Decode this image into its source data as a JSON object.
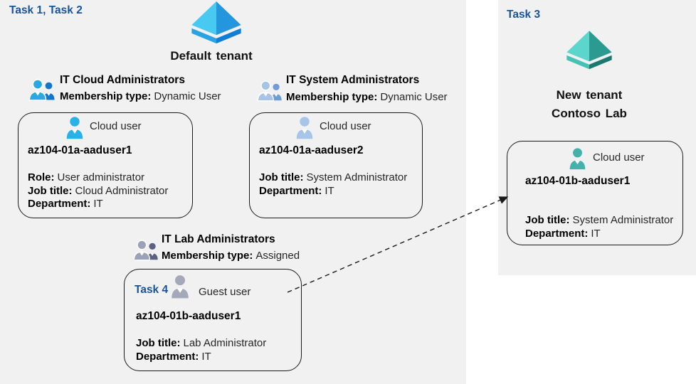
{
  "diagram": {
    "left_panel": {
      "task_label": "Task 1, Task 2",
      "tenant_title": "Default tenant",
      "groups": [
        {
          "title": "IT Cloud Administrators",
          "membership_label": "Membership type:",
          "membership_value": "Dynamic User"
        },
        {
          "title": "IT System Administrators",
          "membership_label": "Membership type:",
          "membership_value": "Dynamic User"
        },
        {
          "title": "IT Lab Administrators",
          "membership_label": "Membership type:",
          "membership_value": "Assigned"
        }
      ],
      "users": [
        {
          "type_label": "Cloud user",
          "name": "az104-01a-aaduser1",
          "attrs": [
            {
              "label": "Role:",
              "value": "User administrator"
            },
            {
              "label": "Job title:",
              "value": "Cloud Administrator"
            },
            {
              "label": "Department:",
              "value": "IT"
            }
          ]
        },
        {
          "type_label": "Cloud user",
          "name": "az104-01a-aaduser2",
          "attrs": [
            {
              "label": "Job title:",
              "value": "System Administrator"
            },
            {
              "label": "Department:",
              "value": "IT"
            }
          ]
        },
        {
          "task_label": "Task 4",
          "type_label": "Guest user",
          "name": "az104-01b-aaduser1",
          "attrs": [
            {
              "label": "Job title:",
              "value": "Lab Administrator"
            },
            {
              "label": "Department:",
              "value": "IT"
            }
          ]
        }
      ]
    },
    "right_panel": {
      "task_label": "Task 3",
      "tenant_title_line1": "New tenant",
      "tenant_title_line2": "Contoso Lab",
      "user": {
        "type_label": "Cloud user",
        "name": "az104-01b-aaduser1",
        "attrs": [
          {
            "label": "Job title:",
            "value": "System Administrator"
          },
          {
            "label": "Department:",
            "value": "IT"
          }
        ]
      }
    },
    "colors": {
      "panel_bg": "#f1f1f1",
      "task_label_blue": "#17549c",
      "box_border": "#1a1a1a",
      "arrow": "#1a1a1a",
      "cloud_user_cyan": "#29b2e8",
      "cloud_user_pale_blue": "#a7c5e8",
      "guest_user_gray": "#a3a9b8",
      "cloud_user_teal": "#43b2ab",
      "group1_primary": "#2aa9e1",
      "group1_secondary": "#1376ca",
      "group2_primary": "#a7c3e6",
      "group2_secondary": "#6f9cd6",
      "group3_primary": "#9ba1b6",
      "group3_secondary": "#5a6181",
      "tenant_blue_light": "#47c9f1",
      "tenant_blue_dark": "#2496dd",
      "tenant_blue_base_light": "#2aa3e4",
      "tenant_blue_base_dark": "#0f7ed6",
      "tenant_teal_light": "#5cd6cc",
      "tenant_teal_dark": "#2b9b91",
      "tenant_teal_base_light": "#46c1b6",
      "tenant_teal_base_dark": "#1a7a70"
    }
  }
}
